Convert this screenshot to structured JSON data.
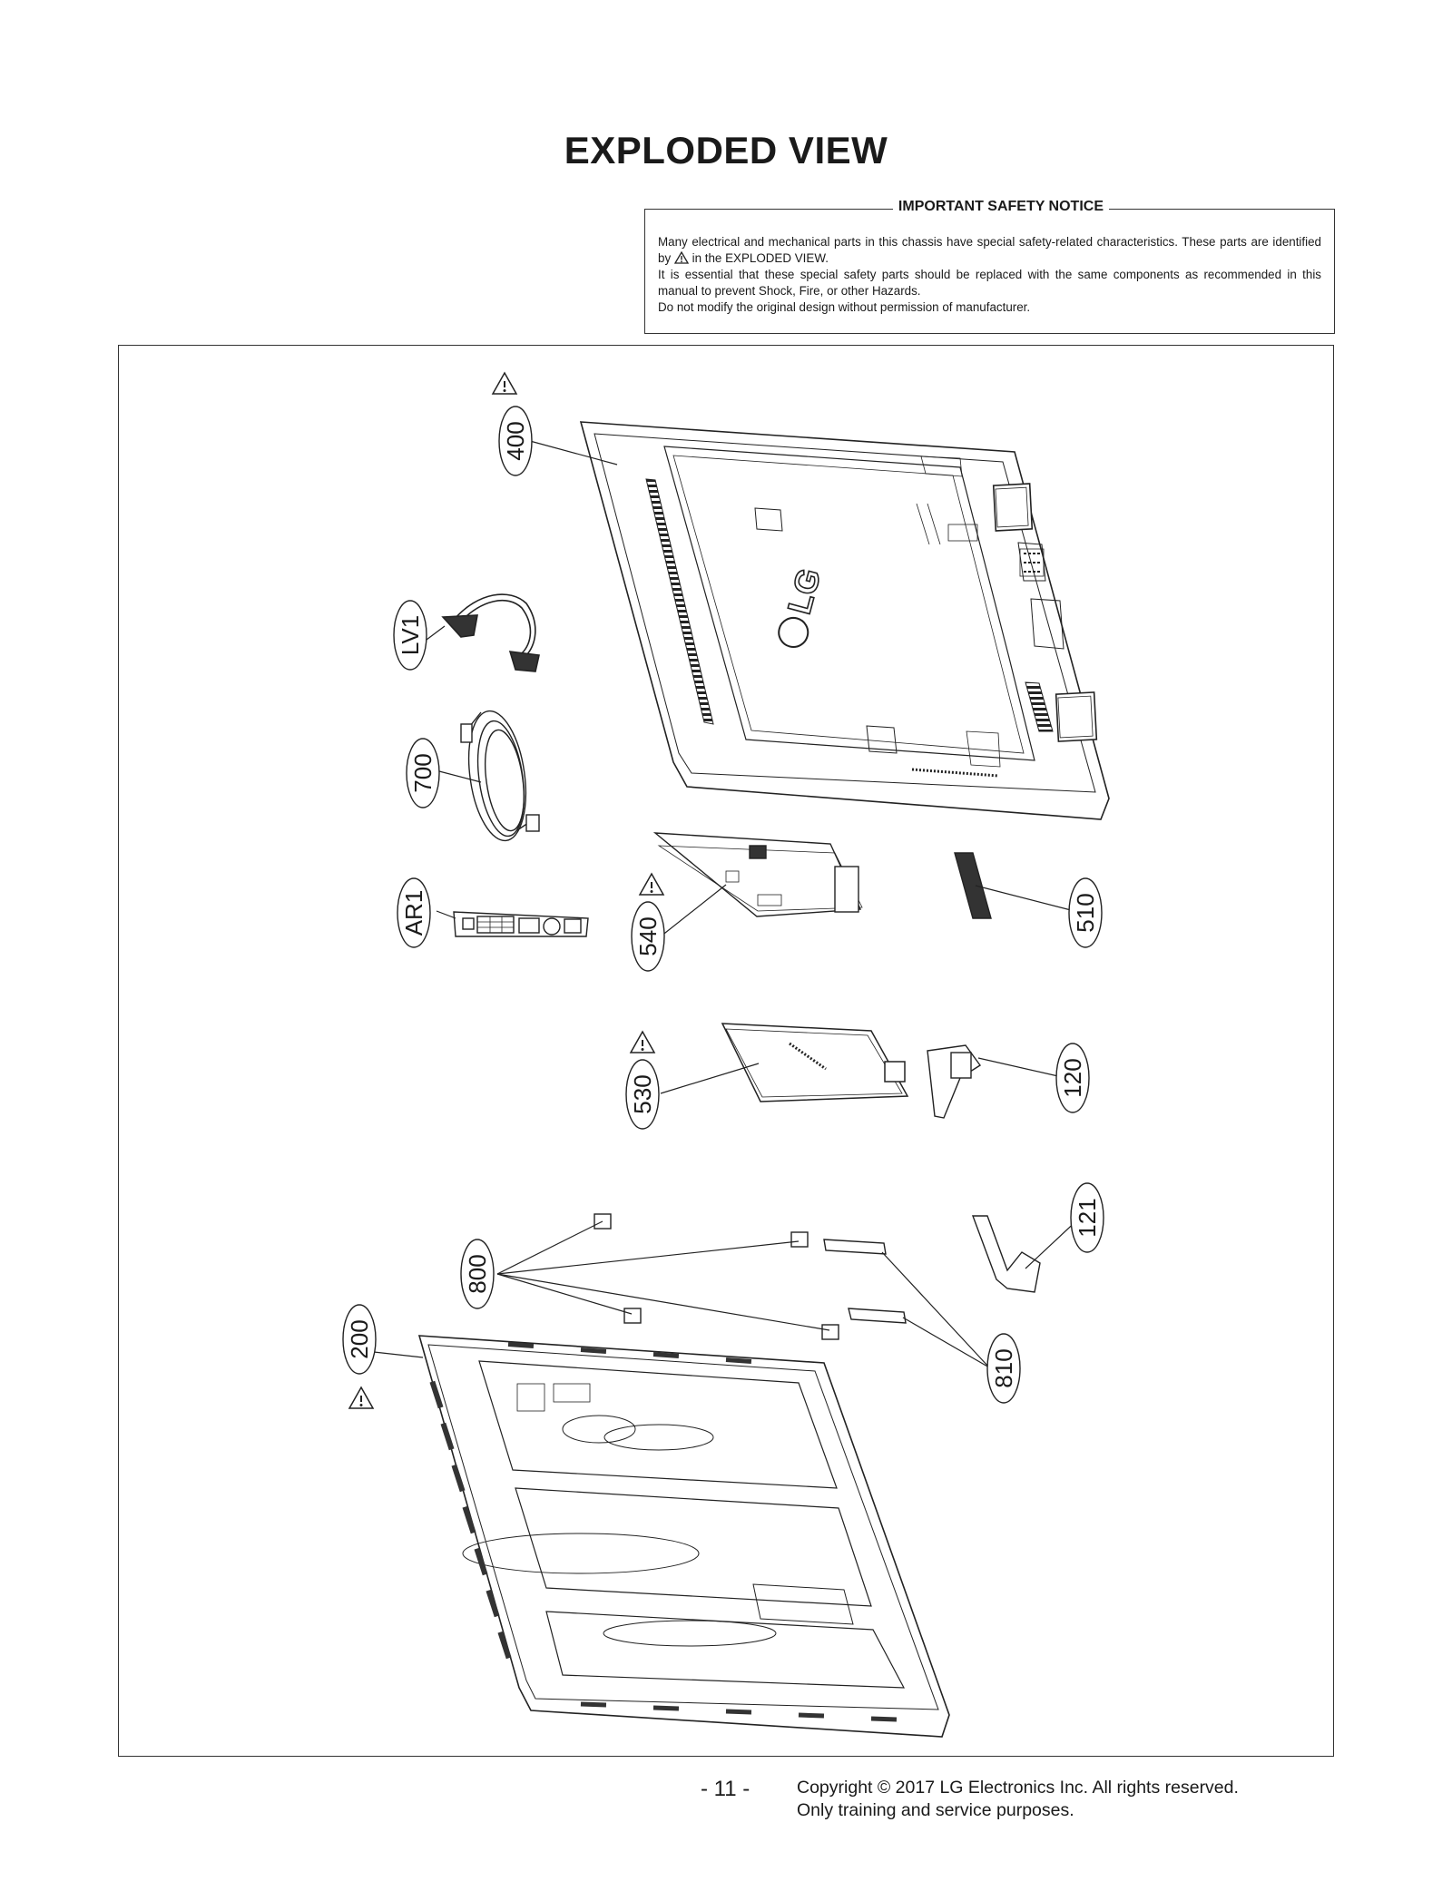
{
  "page": {
    "title": "EXPLODED VIEW"
  },
  "notice": {
    "heading": "IMPORTANT SAFETY NOTICE",
    "line1_a": "Many electrical and mechanical parts in this chassis have special safety-related characteristics. These parts are identified by",
    "line1_b": "in the EXPLODED VIEW.",
    "line2": "It is essential that these special safety parts should be replaced with the same components as recommended in this manual to prevent Shock, Fire, or other Hazards.",
    "line3": "Do not modify the original design without permission of manufacturer."
  },
  "diagram": {
    "callouts": {
      "c400": "400",
      "cLV1": "LV1",
      "c700": "700",
      "cAR1": "AR1",
      "c540": "540",
      "c510": "510",
      "c530": "530",
      "c120": "120",
      "c121": "121",
      "c800": "800",
      "c810": "810",
      "c200": "200"
    },
    "logo_text": "LG",
    "safety_parts": [
      "400",
      "540",
      "530",
      "200"
    ]
  },
  "footer": {
    "page_number": "- 11 -",
    "copyright_line1": "Copyright © 2017 LG Electronics Inc. All rights reserved.",
    "copyright_line2": "Only training and service purposes."
  }
}
